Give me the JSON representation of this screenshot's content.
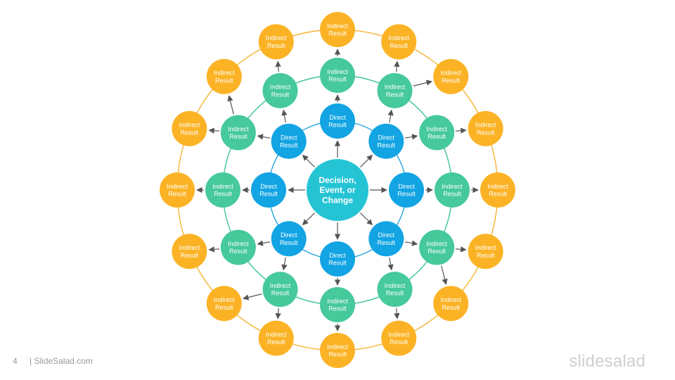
{
  "diagram": {
    "center": {
      "label_lines": [
        "Decision,",
        "Event, or",
        "Change"
      ]
    },
    "direct": {
      "label_lines": [
        "Direct",
        "Result"
      ],
      "count": 8
    },
    "inner_indirect": {
      "label_lines": [
        "Indirect",
        "Result"
      ],
      "count": 12
    },
    "outer_indirect": {
      "label_lines": [
        "Indirect",
        "Result"
      ],
      "count": 16
    }
  },
  "colors": {
    "center": "#25C4D5",
    "direct": "#12A4E3",
    "inner_indirect": "#46C99B",
    "outer_indirect": "#FBB325",
    "ring_direct": "#21A5DD",
    "ring_inner": "#3EC49C",
    "ring_outer": "#F5B432",
    "arrow": "#555555"
  },
  "footer": {
    "page_number": "4",
    "site": "| SlideSalad.com",
    "brand": "slidesalad"
  }
}
